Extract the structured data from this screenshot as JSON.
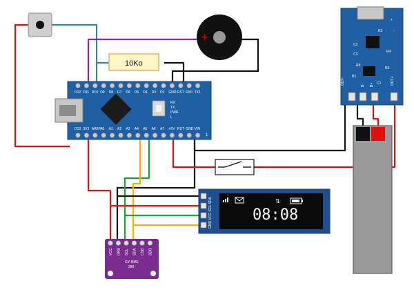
{
  "colors": {
    "red": "#e01010",
    "black": "#111111",
    "purple": "#8a2aa8",
    "teal": "#2f8a8a",
    "yellow": "#f2b400",
    "green": "#22a03a",
    "board_blue": "#1f5fa3",
    "bme_purple": "#7b2c8f",
    "oled_blue": "#1f4f8f"
  },
  "resistor": {
    "label": "10Ko"
  },
  "arduino": {
    "top_pins": [
      "D12",
      "D11",
      "D10",
      "D9",
      "D8",
      "D7",
      "D6",
      "D5",
      "D4",
      "D3",
      "D2",
      "GND",
      "RST",
      "RX0",
      "TX1"
    ],
    "bottom_pins": [
      "D13",
      "3V3",
      "AREF",
      "A0",
      "A1",
      "A2",
      "A3",
      "A4",
      "A5",
      "A6",
      "A7",
      "+5V",
      "RST",
      "GND",
      "VIN"
    ],
    "right_labels": [
      "RX",
      "TX",
      "PWR",
      "L"
    ],
    "corner_mark": "1"
  },
  "charger": {
    "labels": [
      "R3",
      "C2",
      "C3",
      "R4",
      "R6",
      "R1",
      "C1",
      "R5",
      "OUT-",
      "B-",
      "B+",
      "OUT+",
      "-",
      "+"
    ]
  },
  "bme280": {
    "pins": [
      "VCC",
      "GND",
      "SCL",
      "SDA",
      "CSB",
      "SDO"
    ],
    "chip_text": [
      "GY-",
      "BME",
      "280"
    ]
  },
  "oled": {
    "time": "08:08",
    "pin_labels": "GND VCC SCL SDA"
  },
  "buzzer": {
    "polarity": "+"
  }
}
